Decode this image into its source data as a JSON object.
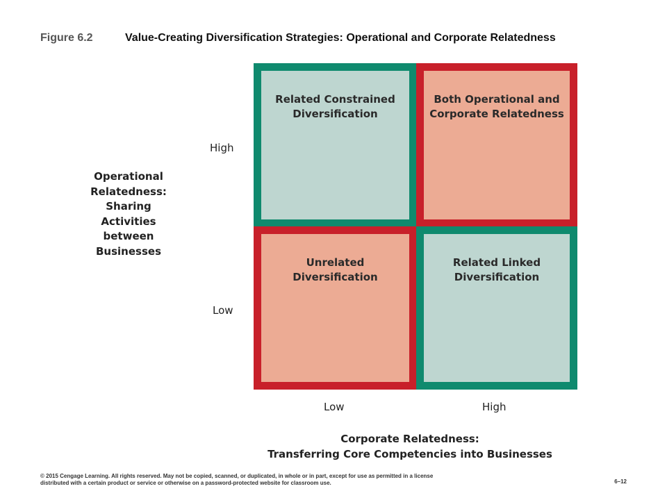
{
  "figure": {
    "number": "Figure 6.2",
    "title": "Value-Creating Diversification Strategies: Operational and Corporate Relatedness"
  },
  "y_axis": {
    "label": "Operational\nRelatedness:\nSharing\nActivities\nbetween\nBusinesses",
    "ticks": [
      "High",
      "Low"
    ]
  },
  "x_axis": {
    "label": "Corporate Relatedness:\nTransferring Core Competencies into Businesses",
    "ticks": [
      "Low",
      "High"
    ]
  },
  "quadrants": [
    {
      "label": "Related Constrained\nDiversification",
      "border": "#0f8a6e",
      "fill": "#bed6d0"
    },
    {
      "label": "Both Operational and\nCorporate Relatedness",
      "border": "#c8202a",
      "fill": "#ecab94"
    },
    {
      "label": "Unrelated\nDiversification",
      "border": "#c8202a",
      "fill": "#ecab94"
    },
    {
      "label": "Related Linked\nDiversification",
      "border": "#0f8a6e",
      "fill": "#bed6d0"
    }
  ],
  "footer": {
    "copyright": "© 2015 Cengage Learning. All rights reserved. May not be copied, scanned, or duplicated, in whole or in part, except for use as permitted in a license distributed with a certain product or service or otherwise on a password-protected website for classroom use.",
    "page": "6–12"
  }
}
